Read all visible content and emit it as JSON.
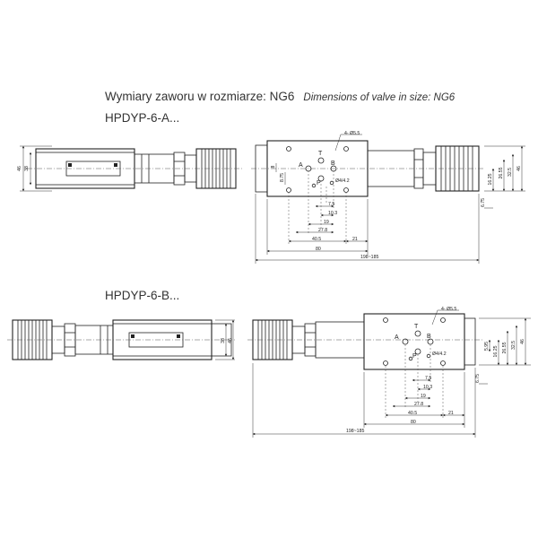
{
  "header": {
    "title_pl": "Wymiary zaworu w rozmiarze: NG6",
    "title_en": "Dimensions of valve in size: NG6"
  },
  "variant_a": {
    "model": "HPDYP-6-A...",
    "side": {
      "height_outer": "46",
      "height_inner": "38"
    },
    "front": {
      "port_a": "A",
      "port_b": "B",
      "port_p": "P",
      "port_t": "T",
      "holes": "4- Ø5.5",
      "thread": "Ø4/4.2",
      "d_8": "8",
      "d_8_75": "8.75",
      "d_7_5": "7.5",
      "d_10_3": "10.3",
      "d_19": "19",
      "d_27_8": "27.8",
      "d_40_5": "40.5",
      "d_21": "21",
      "d_80": "80",
      "d_range": "198~185",
      "d_16_25": "16.25",
      "d_26_55": "26.55",
      "d_32_5": "32.5",
      "d_46": "46",
      "d_6_75": "6.75"
    }
  },
  "variant_b": {
    "model": "HPDYP-6-B...",
    "side": {
      "height_outer": "46",
      "height_inner": "38"
    },
    "front": {
      "port_a": "A",
      "port_b": "B",
      "port_p": "P",
      "port_t": "T",
      "holes": "4- Ø5.5",
      "thread": "Ø4/4.2",
      "d_7_5": "7.5",
      "d_10_3": "10.3",
      "d_19": "19",
      "d_27_8": "27.8",
      "d_40_5": "40.5",
      "d_21": "21",
      "d_80": "80",
      "d_range": "198~185",
      "d_5_95": "5.95",
      "d_16_25": "16.25",
      "d_26_55": "26.55",
      "d_32_5": "32.5",
      "d_46": "46",
      "d_6_75": "6.75"
    }
  }
}
